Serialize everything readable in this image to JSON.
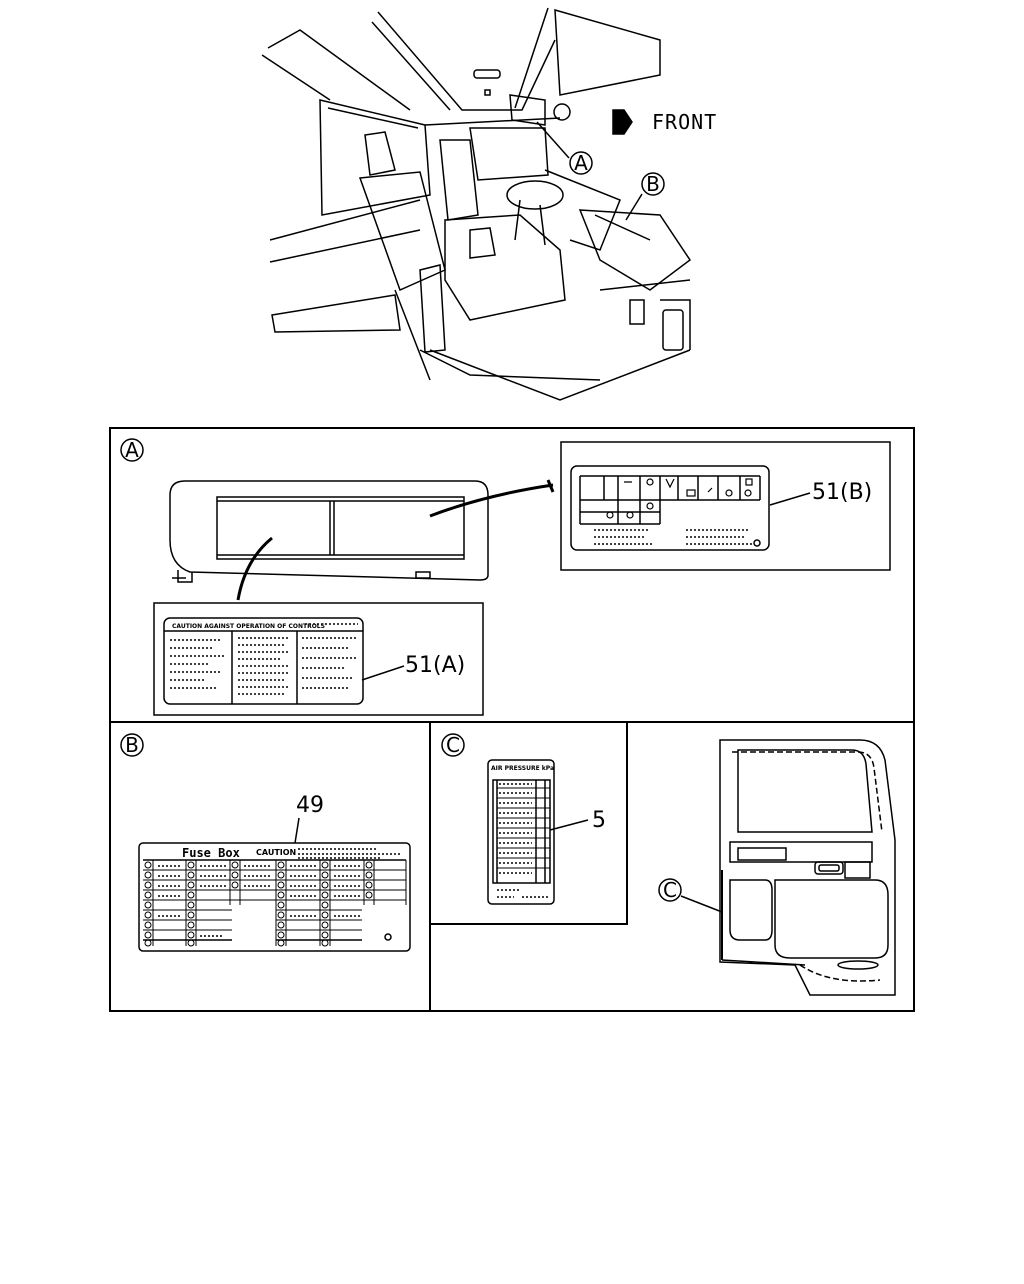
{
  "overview": {
    "direction_label": "FRONT",
    "callout_a": "A",
    "callout_b": "B"
  },
  "panel_a": {
    "callout": "A",
    "label_top_title": "CAUTION AGAINST OPERATION OF CONTROLS",
    "part_a": "51(A)",
    "part_b": "51(B)"
  },
  "panel_b": {
    "callout": "B",
    "part": "49",
    "fuse_box_title": "Fuse Box",
    "caution_title": "CAUTION"
  },
  "panel_c": {
    "callout": "C",
    "label_title": "AIR PRESSURE kPa",
    "part": "5"
  },
  "panel_door": {
    "callout": "C"
  }
}
